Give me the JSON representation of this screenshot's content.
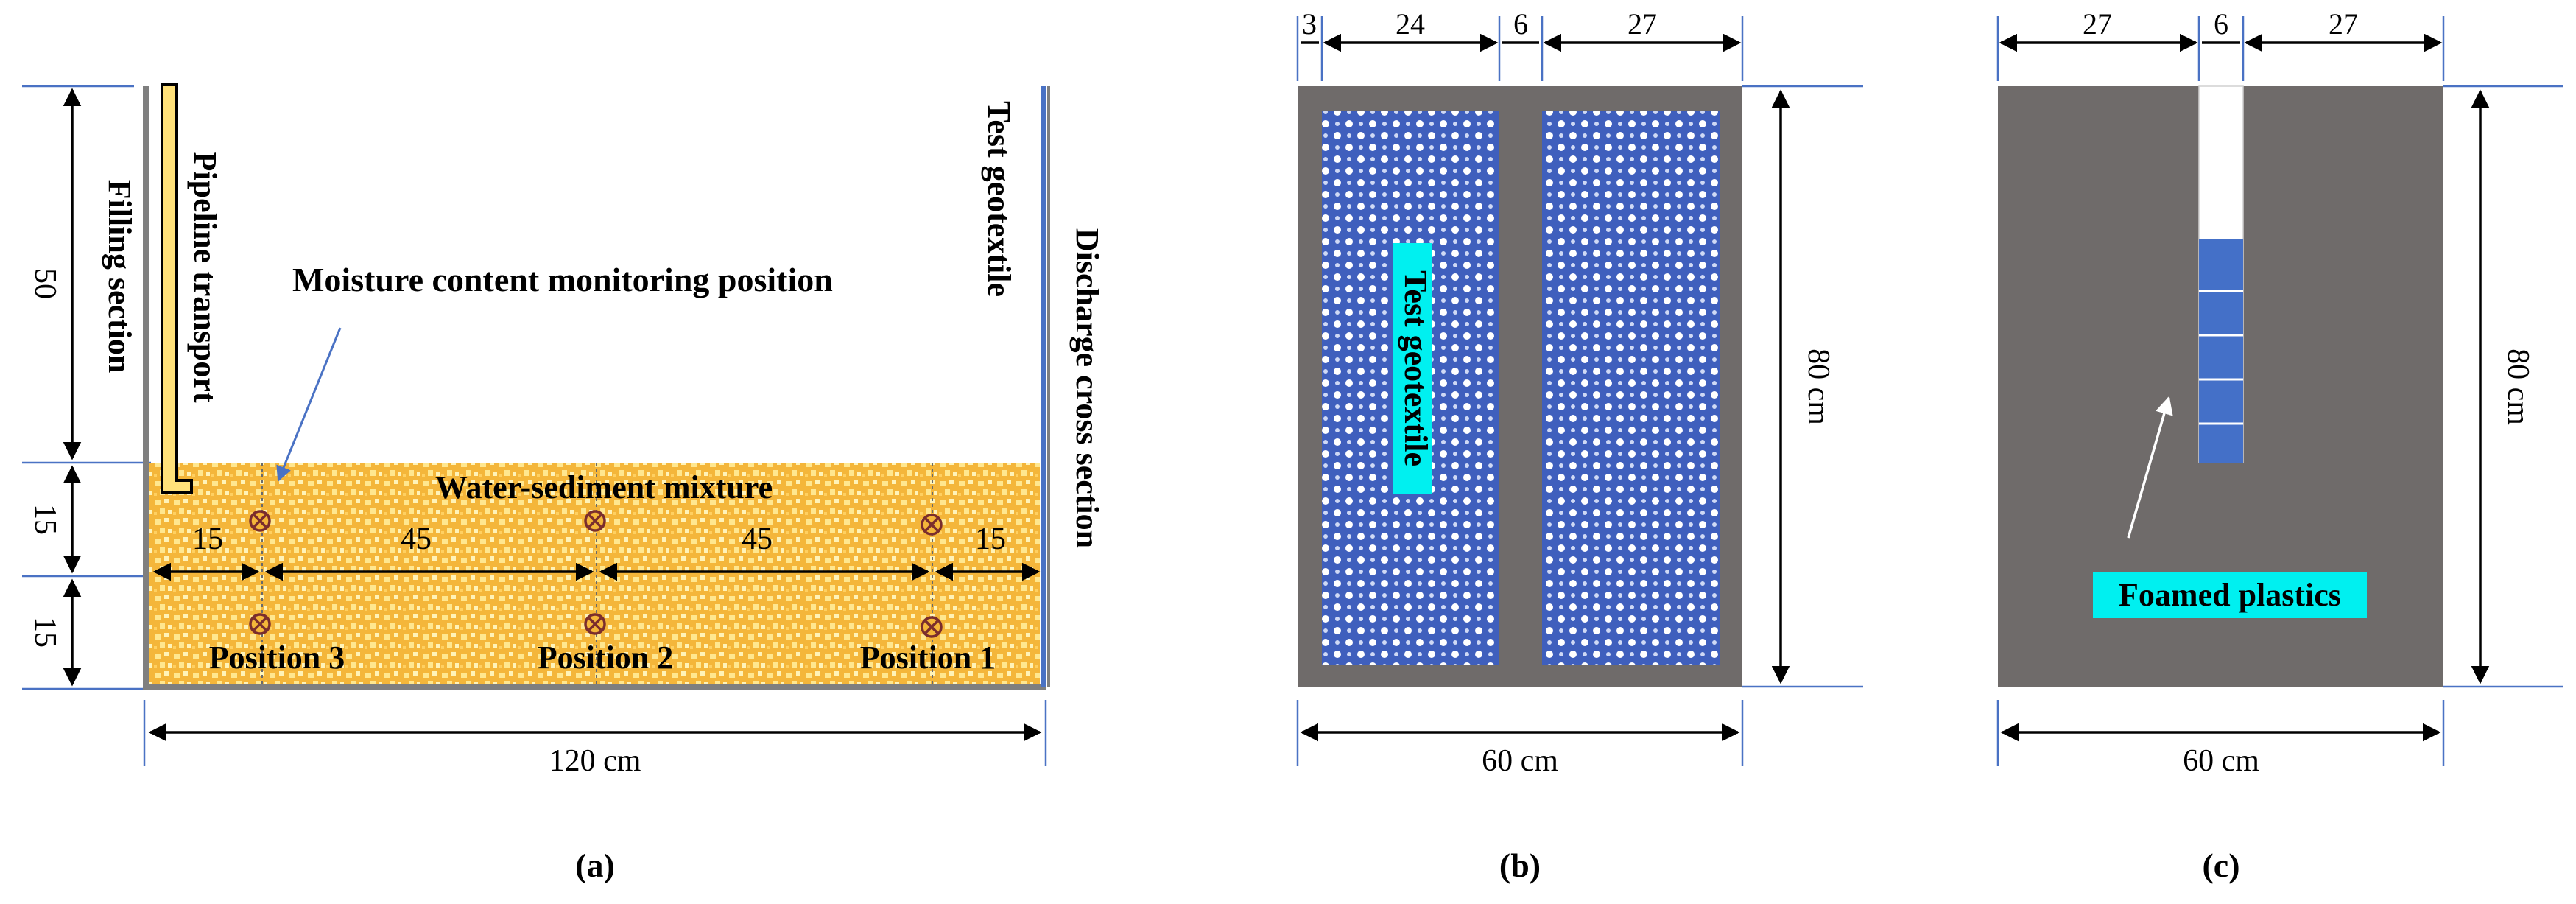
{
  "colors": {
    "sediment_base": "#f4b63a",
    "sediment_dot": "#ffe78f",
    "gray_panel": "#6f6b6a",
    "geotextile_blue": "#3f5fbd",
    "highlight_cyan": "#00f0f0",
    "extension_line": "#4a72c4",
    "pipe_fill": "#ffe17a"
  },
  "icons": {
    "monitor_point": "circled-x-icon",
    "arrow": "double-arrow-icon"
  },
  "panel_a": {
    "caption": "(a)",
    "label_filling_section": "Filling section",
    "label_pipeline": "Pipeline transport",
    "label_test_geotextile": "Test geotextile",
    "label_discharge": "Discharge cross section",
    "label_monitoring": "Moisture content monitoring position",
    "label_mixture": "Water-sediment mixture",
    "positions": [
      "Position 3",
      "Position 2",
      "Position 1"
    ],
    "dim_50": "50",
    "dim_15_upper": "15",
    "dim_15_lower": "15",
    "dim_h_15_left": "15",
    "dim_h_45_a": "45",
    "dim_h_45_b": "45",
    "dim_h_15_right": "15",
    "dim_width": "120 cm"
  },
  "panel_b": {
    "caption": "(b)",
    "label_geotextile": "Test geotextile",
    "dim_3": "3",
    "dim_24": "24",
    "dim_6": "6",
    "dim_27": "27",
    "dim_height": "80 cm",
    "dim_width": "60 cm"
  },
  "panel_c": {
    "caption": "(c)",
    "label_foamed": "Foamed plastics",
    "dim_27_left": "27",
    "dim_6": "6",
    "dim_27_right": "27",
    "dim_height": "80 cm",
    "dim_width": "60 cm"
  }
}
